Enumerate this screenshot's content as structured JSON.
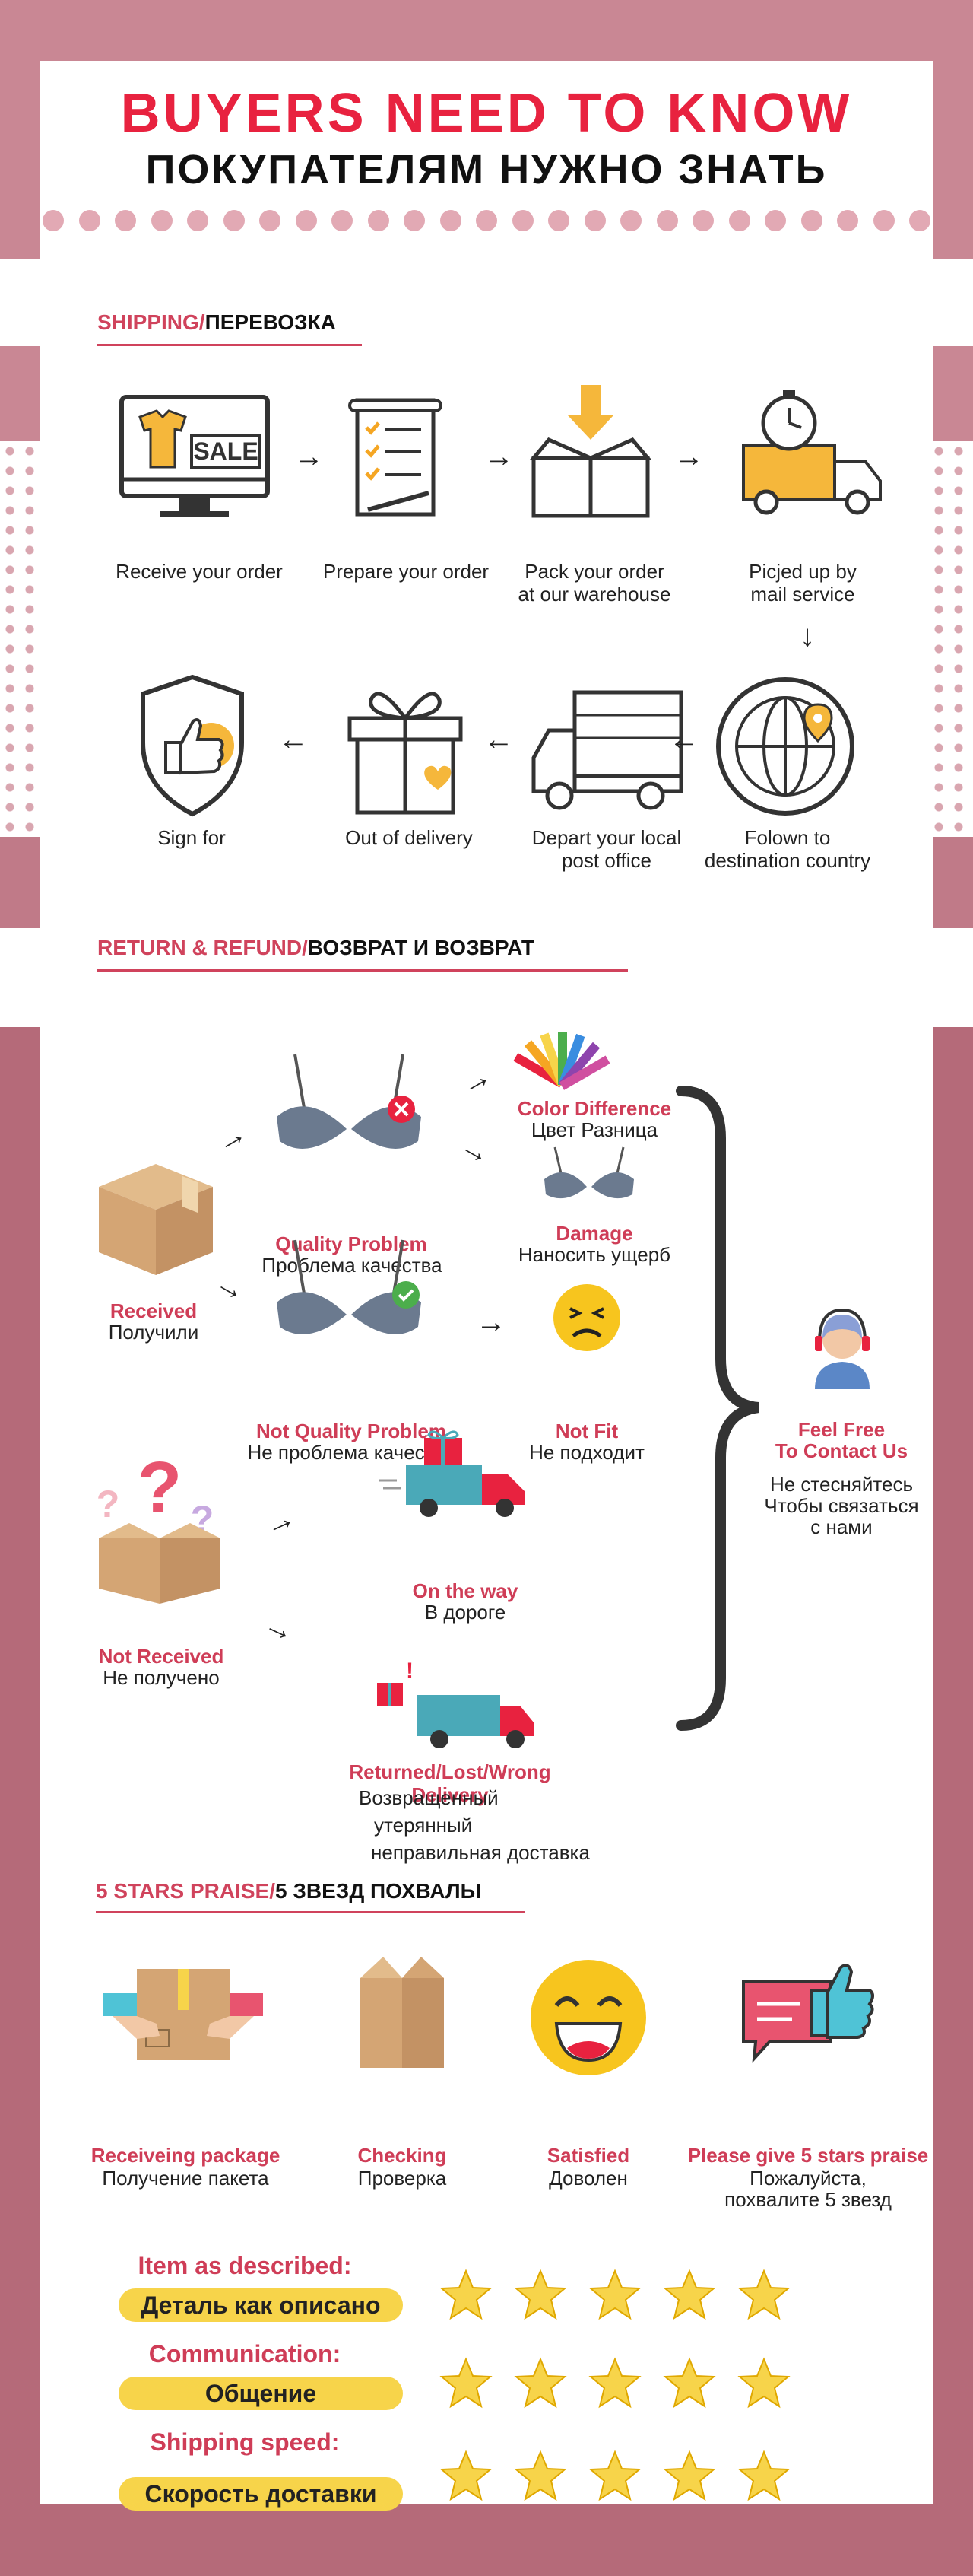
{
  "header": {
    "title_en": "BUYERS NEED TO KNOW",
    "title_ru": "ПОКУПАТЕЛЯМ НУЖНО ЗНАТЬ"
  },
  "shipping": {
    "heading_a": "SHIPPING/",
    "heading_b": "ПЕРЕВОЗКА",
    "steps": [
      {
        "label": "Receive your order",
        "icon": "sale-monitor-icon"
      },
      {
        "label": "Prepare your order",
        "icon": "checklist-icon"
      },
      {
        "label": "Pack your order at our warehouse",
        "line1": "Pack your order",
        "line2": "at our warehouse",
        "icon": "box-icon"
      },
      {
        "label": "Picjed up by mail service",
        "line1": "Picjed up by",
        "line2": "mail service",
        "icon": "truck-timer-icon"
      },
      {
        "label": "Folown to destination country",
        "line1": "Folown to",
        "line2": "destination country",
        "icon": "globe-icon"
      },
      {
        "label": "Depart your local post office",
        "line1": "Depart your local",
        "line2": "post office",
        "icon": "delivery-truck-icon"
      },
      {
        "label": "Out of delivery",
        "icon": "gift-box-icon"
      },
      {
        "label": "Sign for",
        "icon": "shield-thumbs-up-icon"
      }
    ]
  },
  "return_refund": {
    "heading_a": "RETURN & REFUND/",
    "heading_b": "ВОЗВРАТ И ВОЗВРАТ",
    "received_en": "Received",
    "received_ru": "Получили",
    "quality_en": "Quality Problem",
    "quality_ru": "Проблема качества",
    "not_quality_en": "Not Quality Problem",
    "not_quality_ru": "Не проблема качества",
    "color_en": "Color Difference",
    "color_ru": "Цвет Разница",
    "damage_en": "Damage",
    "damage_ru": "Наносить ущерб",
    "not_fit_en": "Not Fit",
    "not_fit_ru": "Не подходит",
    "not_received_en": "Not Received",
    "not_received_ru": "Не получено",
    "on_way_en": "On the way",
    "on_way_ru": "В дороге",
    "returned_en": "Returned/Lost/Wrong Delivery",
    "returned_ru1": "Возвращенный",
    "returned_ru2": "утерянный",
    "returned_ru3": "неправильная доставка",
    "contact_en1": "Feel Free",
    "contact_en2": "To Contact Us",
    "contact_ru1": "Не стесняйтесь",
    "contact_ru2": "Чтобы связаться",
    "contact_ru3": "с нами"
  },
  "praise": {
    "heading_a": "5 STARS PRAISE/",
    "heading_b": "5 ЗВЕЗД ПОХВАЛЫ",
    "steps": [
      {
        "en": "Receiveing package",
        "ru": "Получение пакета"
      },
      {
        "en": "Checking",
        "ru": "Проверка"
      },
      {
        "en": "Satisfied",
        "ru": "Доволен"
      },
      {
        "en": "Please give 5 stars praise",
        "ru1": "Пожалуйста,",
        "ru2": "похвалите 5 звезд"
      }
    ],
    "ratings": [
      {
        "en": "Item as described:",
        "ru": "Деталь как описано",
        "stars": 5
      },
      {
        "en": "Communication:",
        "ru": "Общение",
        "stars": 5
      },
      {
        "en": "Shipping speed:",
        "ru": "Скорость доставки",
        "stars": 5
      }
    ]
  },
  "colors": {
    "accent_red": "#e8223f",
    "section_red": "#cf3d57",
    "pink_bg": "#c98794",
    "dark_bg": "#b56a79",
    "yellow": "#f7d44a"
  }
}
